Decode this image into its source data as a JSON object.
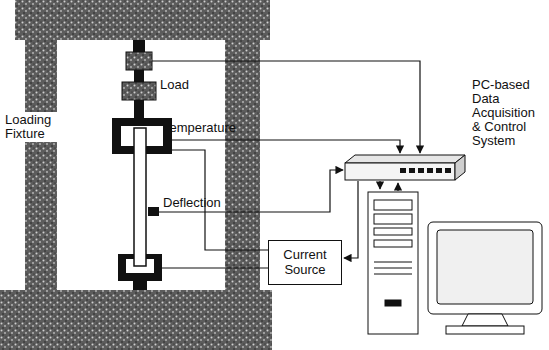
{
  "diagram": {
    "nodes": [
      {
        "text": [
          "Current Source"
        ]
      }
    ],
    "labels": [
      "Load",
      "Temperature",
      "Loading Fixture",
      "Deflection",
      "PC-based Data Acquisition & Control System"
    ]
  }
}
